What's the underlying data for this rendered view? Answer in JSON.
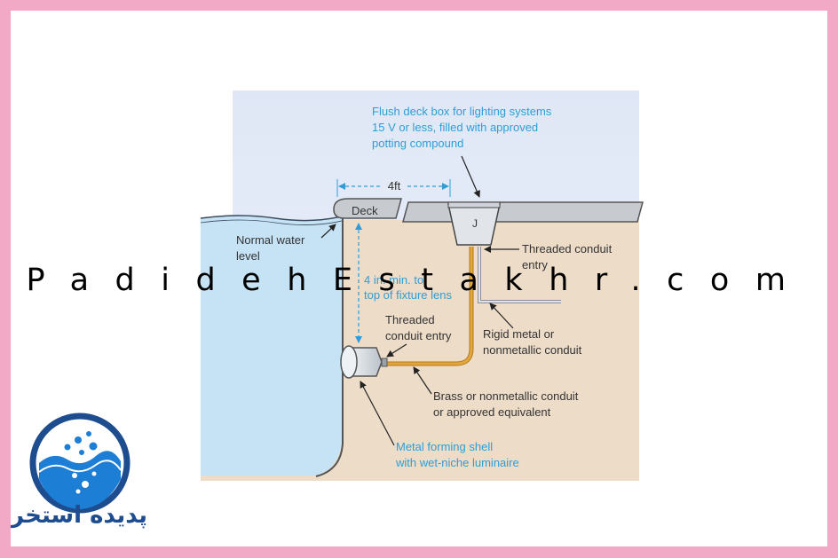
{
  "labels": {
    "deck_box": [
      "Flush deck box for lighting systems",
      "15 V or less, filled with approved",
      "potting compound"
    ],
    "distance": "4ft",
    "deck": "Deck",
    "junction": "J",
    "water_level": [
      "Normal water",
      "level"
    ],
    "threaded_top": [
      "Threaded conduit",
      "entry"
    ],
    "min_height": [
      "4 in. min. to",
      "top of fixture lens"
    ],
    "threaded_left": [
      "Threaded",
      "conduit entry"
    ],
    "rigid_conduit": [
      "Rigid metal or",
      "nonmetallic conduit"
    ],
    "brass_conduit": [
      "Brass or nonmetallic conduit",
      "or approved equivalent"
    ],
    "shell": [
      "Metal forming shell",
      "with wet-niche luminaire"
    ]
  },
  "watermark": "PadidehEstakhr.com",
  "logo": {
    "text": "پدیده استخر",
    "name": "logo"
  },
  "colors": {
    "frame": "#f2a9c6",
    "sky": "#dfe7f6",
    "soil": "#ecdcc8",
    "water": "#c6e3f6",
    "conduit": "#e3a63a",
    "label_blue": "#2f9ed6",
    "logo_blue": "#1d4d8f"
  }
}
